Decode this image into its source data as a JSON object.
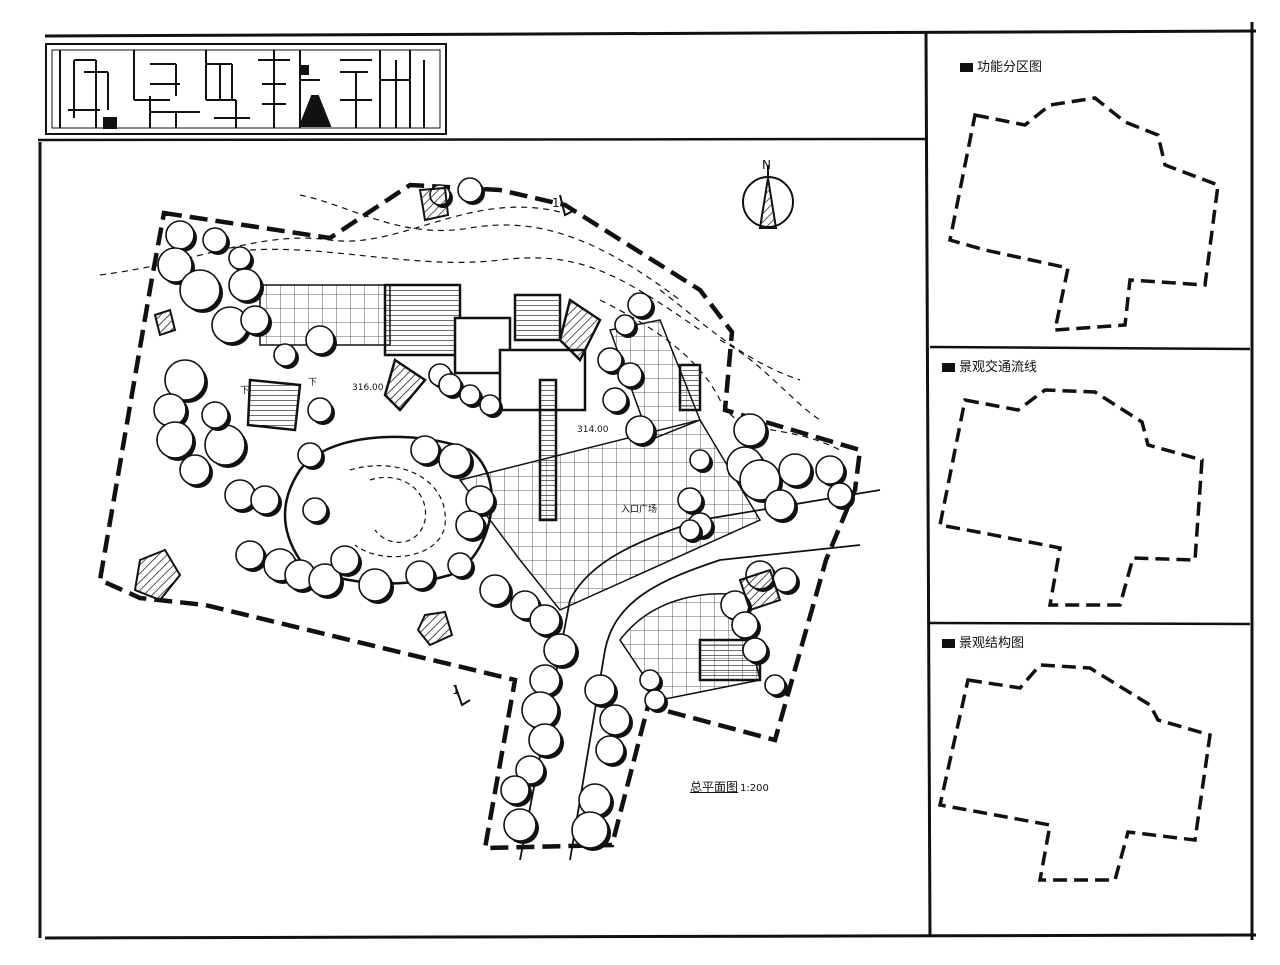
{
  "header": {
    "title_logotype": "场地设计"
  },
  "plan": {
    "title": "总平面图",
    "scale": "1:200",
    "north_label": "N",
    "section_mark": "1",
    "elevation_a": "316.00",
    "elevation_b": "314.00",
    "entrance_label": "入口广场",
    "down_label": "下"
  },
  "side_panels": [
    {
      "label": "功能分区图"
    },
    {
      "label": "景观交通流线"
    },
    {
      "label": "景观结构图"
    }
  ],
  "colors": {
    "ink": "#111111",
    "paper": "#ffffff"
  }
}
